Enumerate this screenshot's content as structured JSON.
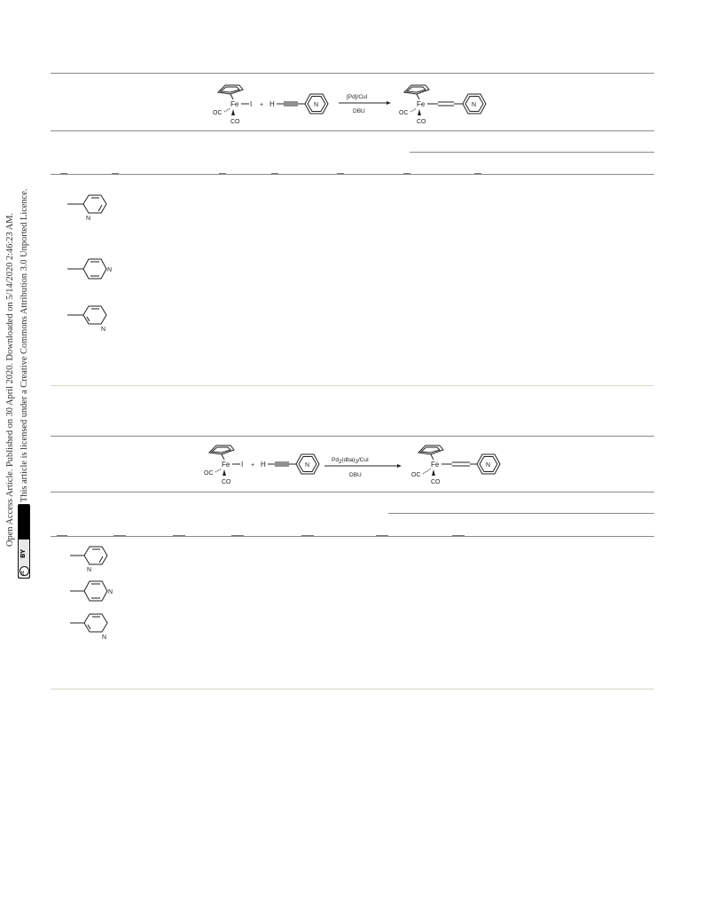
{
  "sidebar": {
    "line1": "Open Access Article. Published on 30 April 2020. Downloaded on 5/14/2020 2:46:23 AM.",
    "line2": "This article is licensed under a Creative Commons Attribution 3.0 Unported Licence.",
    "badge_label": "BY",
    "badge_circle": "cc"
  },
  "scheme1": {
    "fe": "Fe",
    "iodide": "I",
    "oc": "OC",
    "co": "CO",
    "plus": "+",
    "h": "H",
    "n": "N",
    "catalyst": "[Pd]/CuI",
    "base": "DBU"
  },
  "scheme2": {
    "fe": "Fe",
    "iodide": "I",
    "oc": "OC",
    "co": "CO",
    "plus": "+",
    "h": "H",
    "n": "N",
    "catalyst_main": "Pd",
    "catalyst_sub": "2",
    "catalyst_mid": "(dba)",
    "catalyst_sub2": "3",
    "catalyst_end": "/CuI",
    "base": "DBU"
  },
  "table1_rows": [
    {
      "n": "N",
      "isomer": "2-pyridyl"
    },
    {
      "n": "N",
      "isomer": "4-pyridyl"
    },
    {
      "n": "N",
      "isomer": "3-pyridyl"
    }
  ],
  "table2_rows": [
    {
      "n": "N",
      "isomer": "2-pyridyl"
    },
    {
      "n": "N",
      "isomer": "4-pyridyl"
    },
    {
      "n": "N",
      "isomer": "3-pyridyl"
    }
  ]
}
